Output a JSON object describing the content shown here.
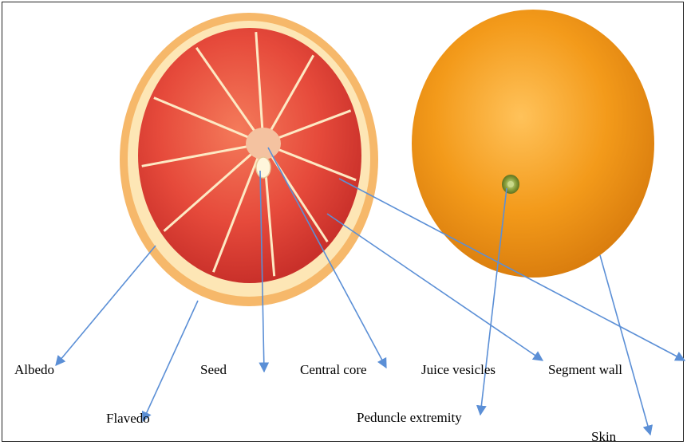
{
  "labels": {
    "albedo": "Albedo",
    "flavedo": "Flavedo",
    "seed": "Seed",
    "central_core": "Central core",
    "juice_vesicles": "Juice vesicles",
    "segment_wall": "Segment wall",
    "peduncle_extremity": "Peduncle extremity",
    "skin": "Skin"
  },
  "colors": {
    "arrow": "#5b8fd6",
    "rind": "#f6b86a",
    "albedo": "#fde6b5",
    "pulp": "#e84a3c",
    "orange_peel": "#f39a1a"
  }
}
